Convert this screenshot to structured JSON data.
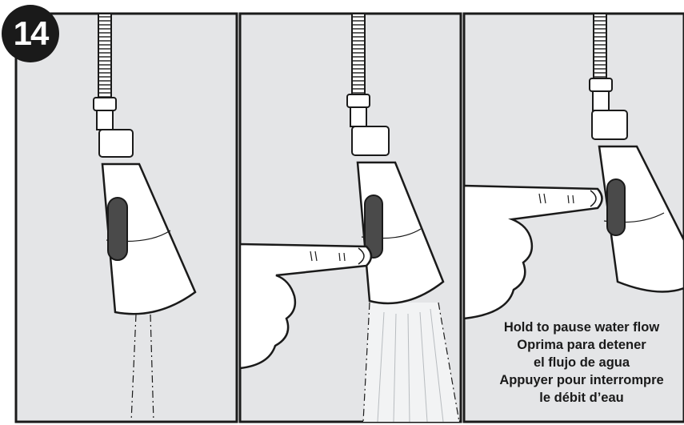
{
  "step": {
    "number": "14"
  },
  "panels": [
    {
      "id": "spray-off"
    },
    {
      "id": "spray-on-finger-pressing"
    },
    {
      "id": "finger-pressing-pause"
    }
  ],
  "caption": {
    "lines": [
      "Hold to pause water flow",
      "Oprima para detener",
      "el flujo de agua",
      "Appuyer pour interrompre",
      "le débit d’eau"
    ]
  },
  "colors": {
    "panel_background": "#e4e5e7",
    "outline": "#1a1a1a",
    "sprayhead_body": "#ffffff",
    "button": "#4a4a4a"
  }
}
